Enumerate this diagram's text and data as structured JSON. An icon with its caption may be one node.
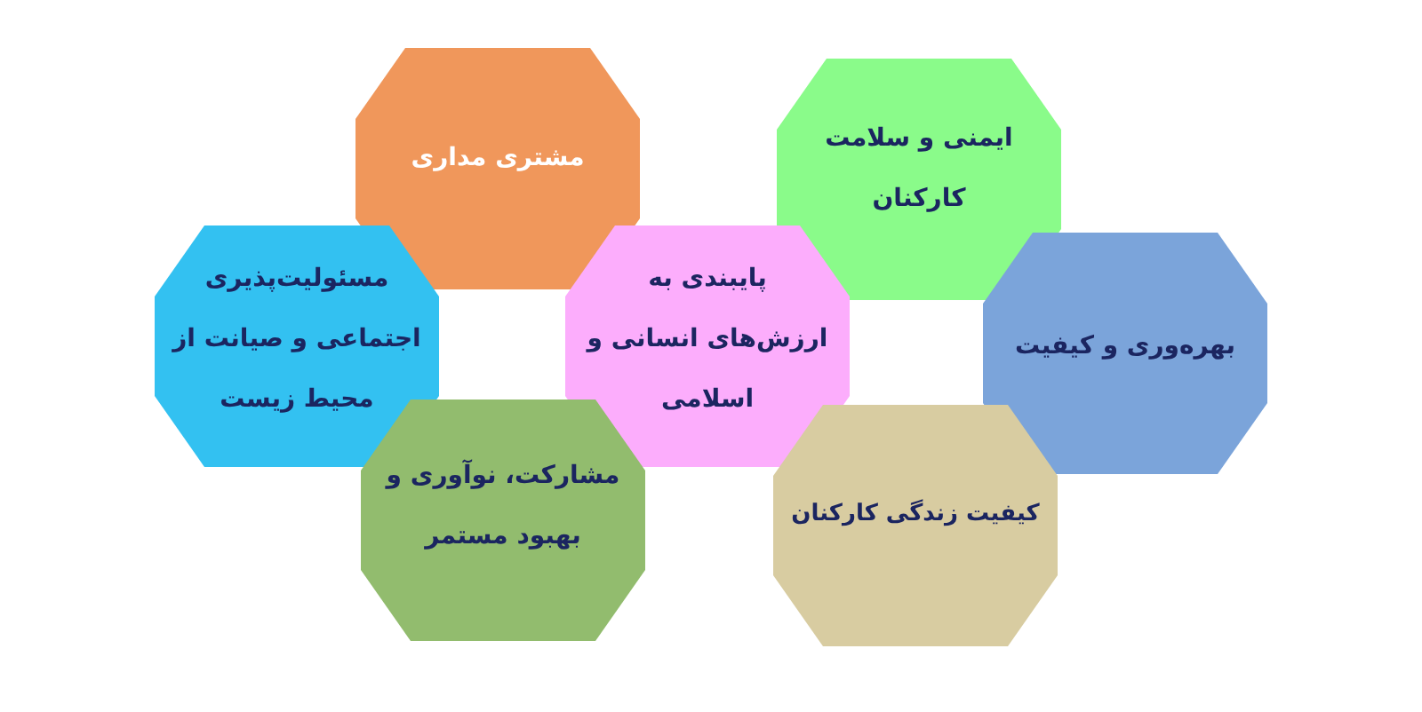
{
  "diagram": {
    "nodes": [
      {
        "text": [
          "مشتری مداری"
        ]
      },
      {
        "text": [
          "ایمنی و سلامت کارکنان"
        ]
      },
      {
        "text": [
          "مسئولیت‌پذیری اجتماعی و صیانت از محیط زیست"
        ]
      },
      {
        "text": [
          "پایبندی به ارزش‌های انسانی و اسلامی"
        ]
      },
      {
        "text": [
          "بهره‌وری و کیفیت"
        ]
      },
      {
        "text": [
          "مشارکت، نوآوری و بهبود مستمر"
        ]
      },
      {
        "text": [
          "کیفیت زندگی کارکنان"
        ]
      }
    ]
  }
}
